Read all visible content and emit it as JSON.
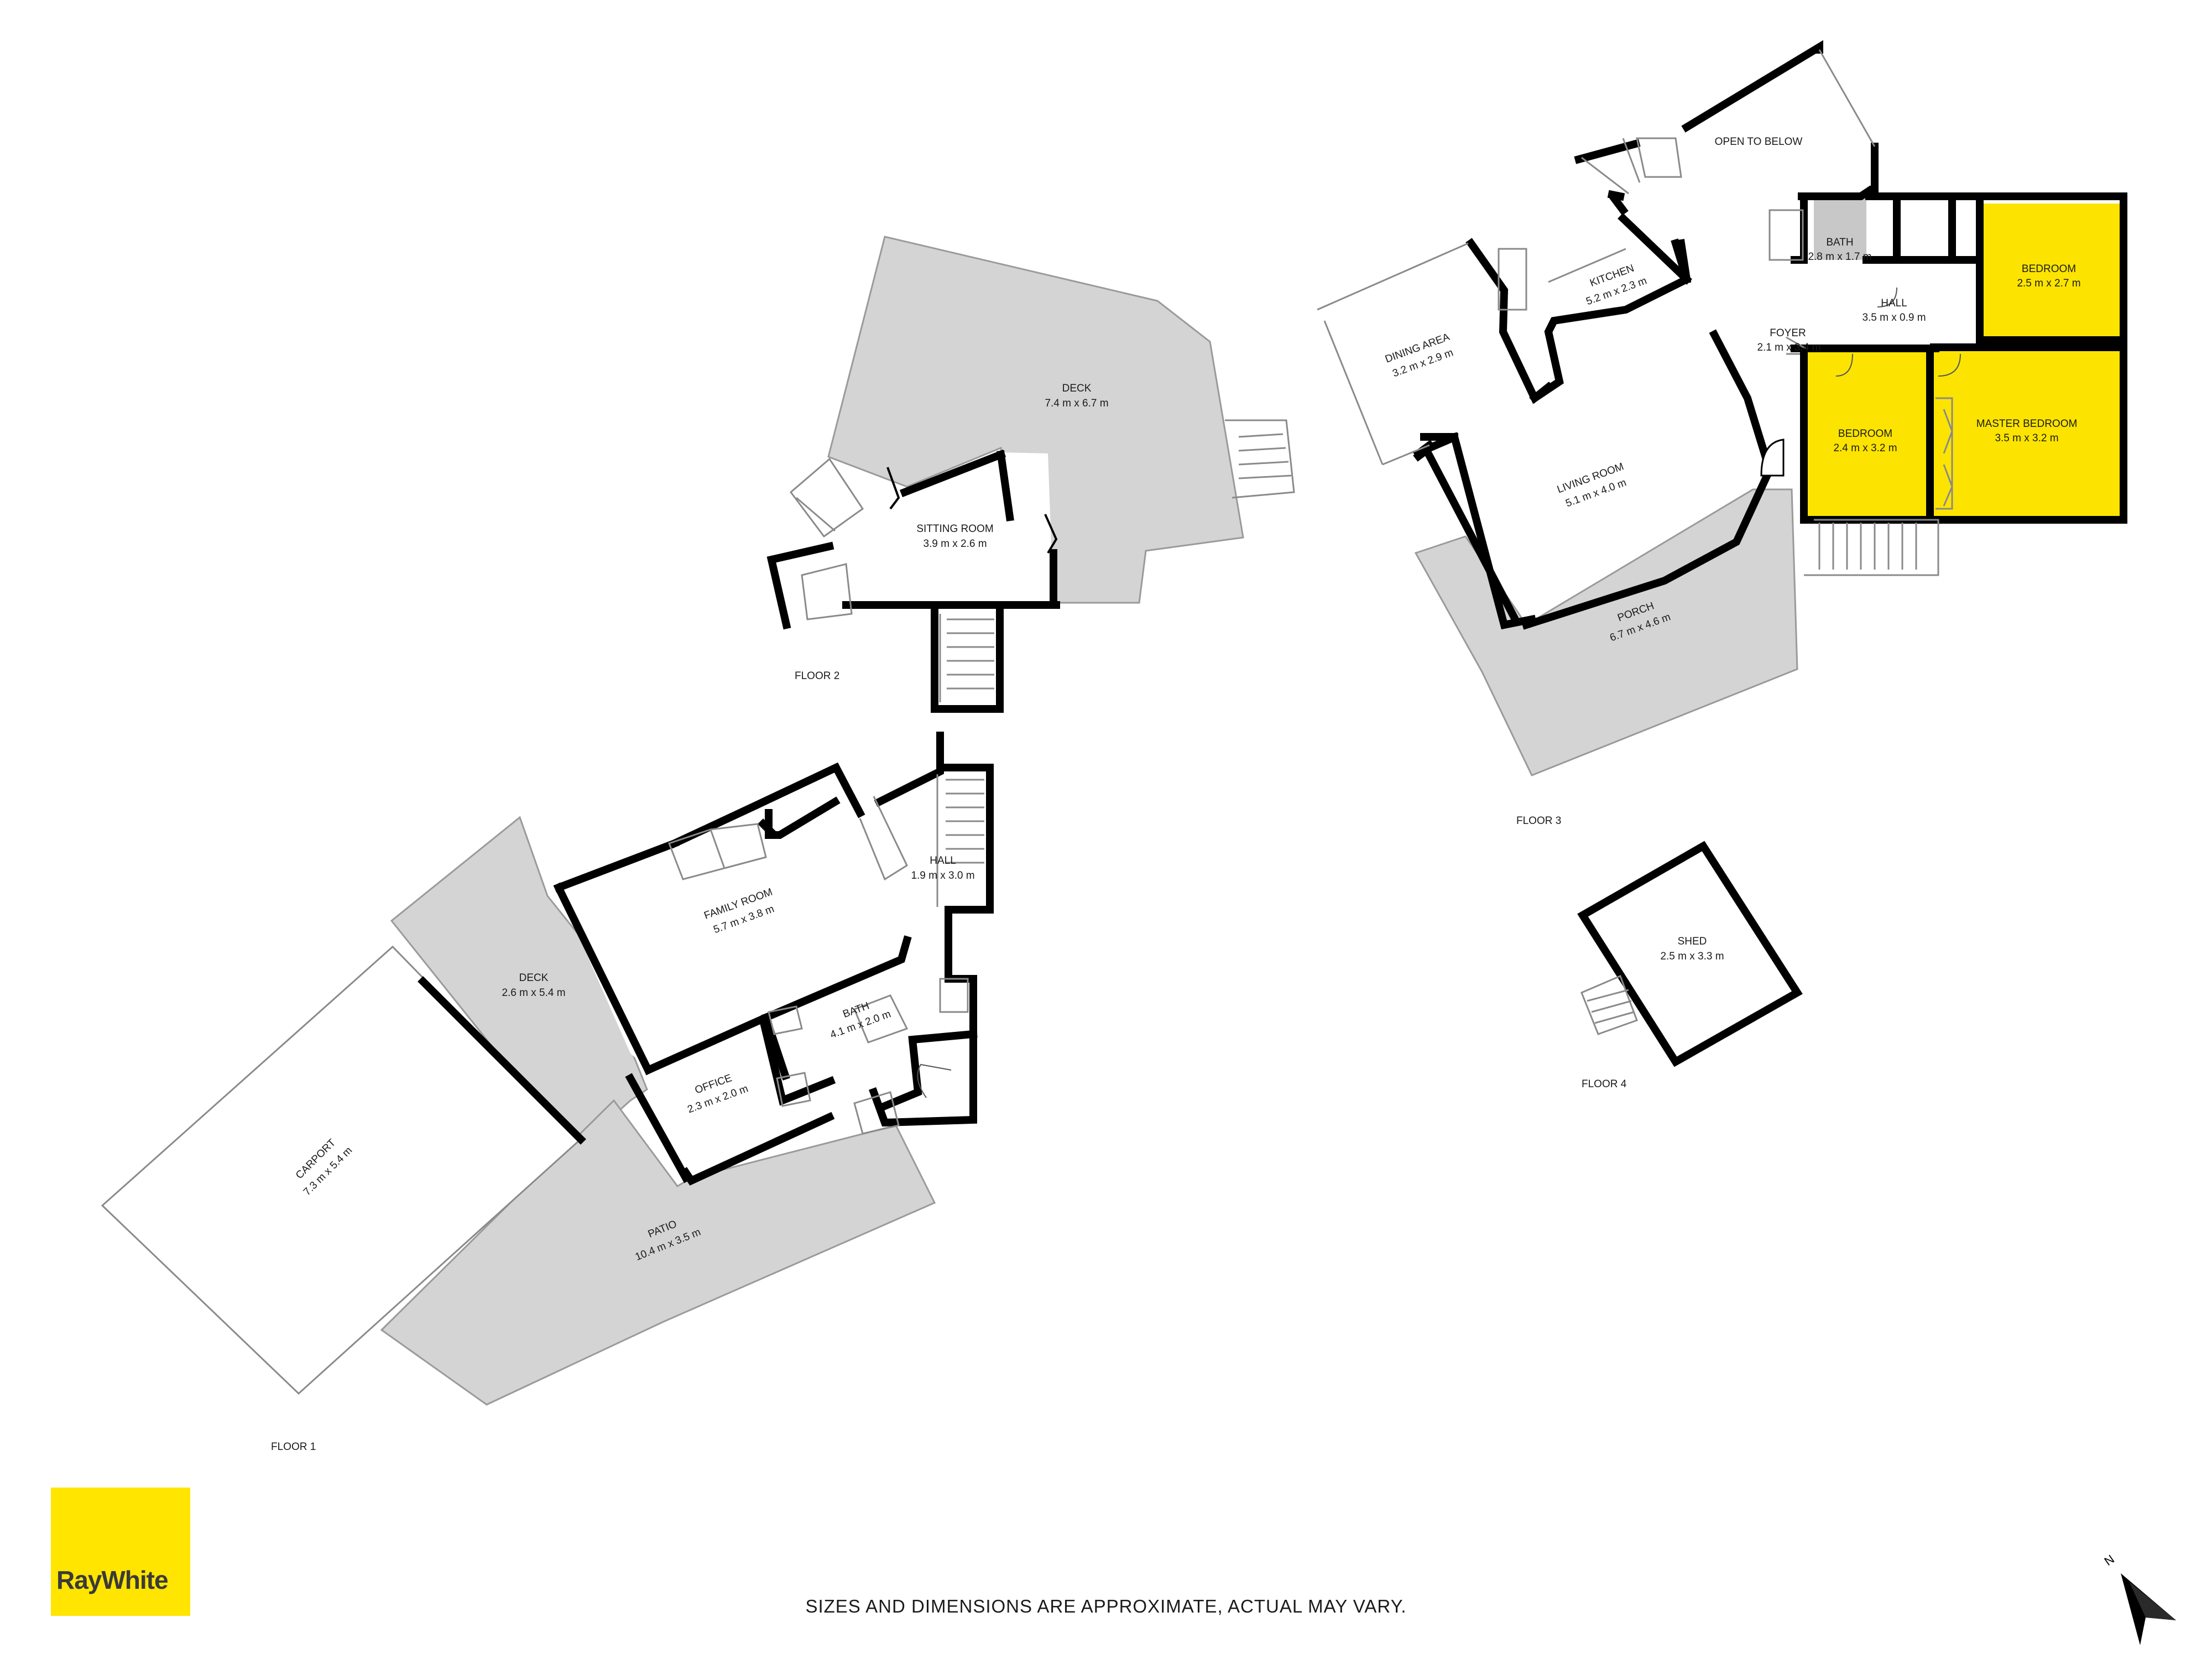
{
  "floors": {
    "floor_1": "FLOOR 1",
    "floor_2": "FLOOR 2",
    "floor_3": "FLOOR 3",
    "floor_4": "FLOOR 4"
  },
  "rooms": {
    "deck_upper": {
      "name": "DECK",
      "dim": "7.4 m x 6.7 m"
    },
    "sitting_room": {
      "name": "SITTING ROOM",
      "dim": "3.9 m x 2.6 m"
    },
    "open_to_below": {
      "name": "OPEN TO BELOW"
    },
    "bath_upper": {
      "name": "BATH",
      "dim": "2.8 m x 1.7 m"
    },
    "bedroom_1": {
      "name": "BEDROOM",
      "dim": "2.5 m x 2.7 m"
    },
    "hall_upper": {
      "name": "HALL",
      "dim": "3.5 m x 0.9 m"
    },
    "kitchen": {
      "name": "KITCHEN",
      "dim": "5.2 m x 2.3 m"
    },
    "dining_area": {
      "name": "DINING AREA",
      "dim": "3.2 m x 2.9 m"
    },
    "foyer": {
      "name": "FOYER",
      "dim": "2.1 m x 3.4 m"
    },
    "bedroom_2": {
      "name": "BEDROOM",
      "dim": "2.4 m x 3.2 m"
    },
    "master_bedroom": {
      "name": "MASTER BEDROOM",
      "dim": "3.5 m x 3.2 m"
    },
    "living_room": {
      "name": "LIVING ROOM",
      "dim": "5.1 m x 4.0 m"
    },
    "porch": {
      "name": "PORCH",
      "dim": "6.7 m x 4.6 m"
    },
    "family_room": {
      "name": "FAMILY ROOM",
      "dim": "5.7 m x 3.8 m"
    },
    "hall_lower": {
      "name": "HALL",
      "dim": "1.9 m x 3.0 m"
    },
    "deck_lower": {
      "name": "DECK",
      "dim": "2.6 m x 5.4 m"
    },
    "bath_lower": {
      "name": "BATH",
      "dim": "4.1 m x 2.0 m"
    },
    "office": {
      "name": "OFFICE",
      "dim": "2.3 m x 2.0 m"
    },
    "carport": {
      "name": "CARPORT",
      "dim": "7.3 m x 5.4 m"
    },
    "patio": {
      "name": "PATIO",
      "dim": "10.4 m x 3.5 m"
    },
    "shed": {
      "name": "SHED",
      "dim": "2.5 m x 3.3 m"
    }
  },
  "compass": {
    "label": "N"
  },
  "logo": {
    "text": "RayWhite"
  },
  "disclaimer": "SIZES AND DIMENSIONS ARE APPROXIMATE, ACTUAL MAY VARY.",
  "colors": {
    "highlight": "#fce400",
    "outdoor": "#d4d4d4",
    "brand": "#ffe500"
  }
}
